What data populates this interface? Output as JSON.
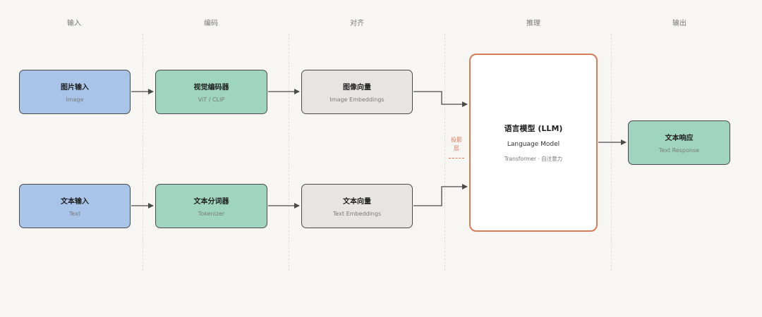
{
  "stages": [
    "输入",
    "编码",
    "对齐",
    "推理",
    "输出"
  ],
  "nodes": {
    "image_input": {
      "title": "图片输入",
      "sub": "Image"
    },
    "vision_encoder": {
      "title": "视觉编码器",
      "sub": "ViT / CLIP"
    },
    "image_vector": {
      "title": "图像向量",
      "sub": "Image Embeddings"
    },
    "text_input": {
      "title": "文本输入",
      "sub": "Text"
    },
    "tokenizer": {
      "title": "文本分词器",
      "sub": "Tokenizer"
    },
    "text_vector": {
      "title": "文本向量",
      "sub": "Text Embeddings"
    },
    "llm": {
      "title": "语言模型 (LLM)",
      "sub1": "Language Model",
      "sub2": "Transformer · 自注意力"
    },
    "text_response": {
      "title": "文本响应",
      "sub": "Text Response"
    }
  },
  "projection_layer": {
    "line1": "投影",
    "line2": "层"
  },
  "colors": {
    "input": "#a8c4e8",
    "encoder": "#9fd4c1",
    "embedding": "#e6e5e2",
    "llm_border": "#d97b57",
    "projection": "#e0785a",
    "background": "#f8f6f2"
  }
}
